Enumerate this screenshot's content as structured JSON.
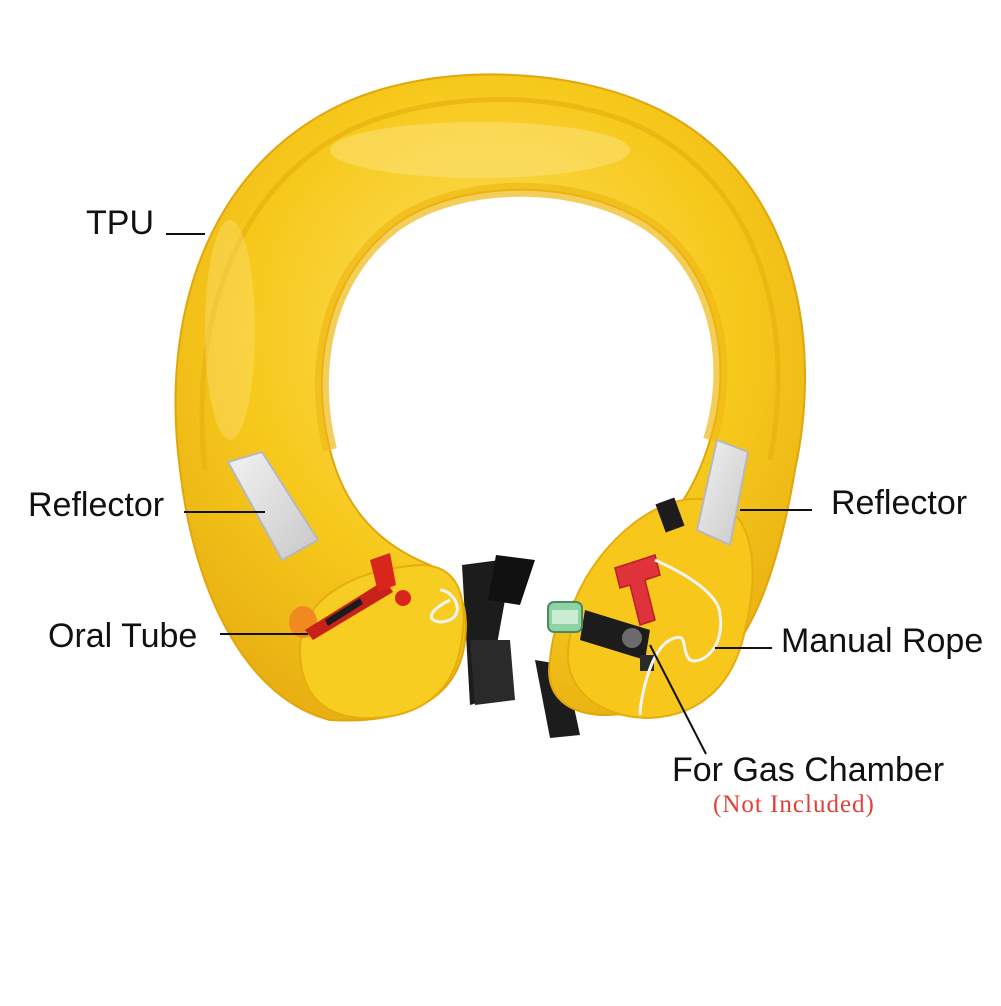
{
  "labels": {
    "tpu": "TPU",
    "reflector_left": "Reflector",
    "reflector_right": "Reflector",
    "oral_tube": "Oral Tube",
    "manual_rope": "Manual Rope",
    "gas_chamber": "For Gas Chamber",
    "gas_chamber_note": "(Not Included)"
  },
  "colors": {
    "vest": "#f7c91c",
    "vest_shadow": "#e3a90e",
    "vest_highlight": "#fbe063",
    "strap": "#1c1c1c",
    "reflector": "#d9d9d9",
    "oral_tube": "#d9261c",
    "handle": "#e0323a",
    "note_text": "#e0403a",
    "leader_line": "#111111"
  },
  "icons": [
    "oral-tube-valve-icon",
    "inflator-mechanism-icon",
    "pull-handle-icon",
    "gas-cylinder-icon"
  ]
}
